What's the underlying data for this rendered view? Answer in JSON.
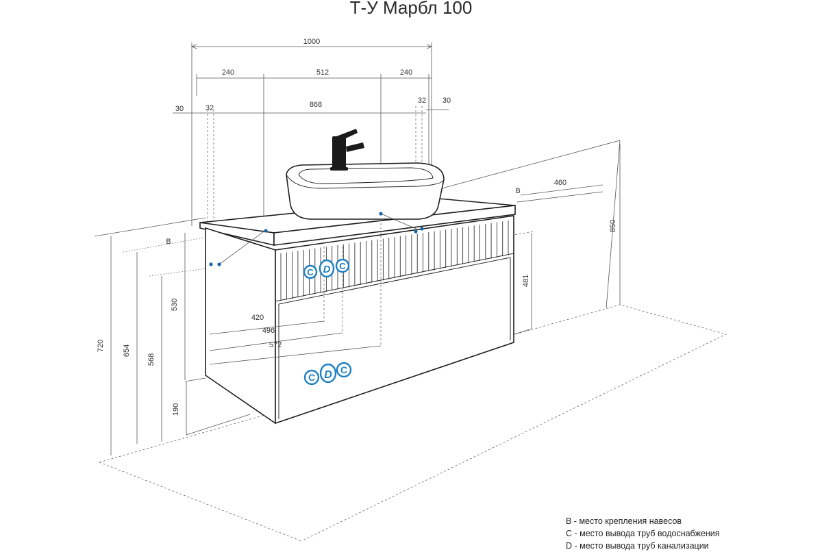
{
  "title": "Т-У Марбл 100",
  "dimensions": {
    "width_total": "1000",
    "left_240": "240",
    "center_512": "512",
    "right_240": "240",
    "left_30": "30",
    "left_32": "32",
    "span_868": "868",
    "right_32": "32",
    "right_30": "30",
    "depth_460": "460",
    "depth_b": "B",
    "height_850": "850",
    "height_481": "481",
    "height_720": "720",
    "height_654": "654",
    "height_568": "568",
    "height_530": "530",
    "height_190": "190",
    "left_b": "B",
    "offset_420": "420",
    "offset_496": "496",
    "offset_572": "572"
  },
  "badges": {
    "c": "C",
    "d": "D"
  },
  "legend": [
    "B - место крепления навесов",
    "C - место вывода труб водоснабжения",
    "D - место вывода труб канализации"
  ]
}
